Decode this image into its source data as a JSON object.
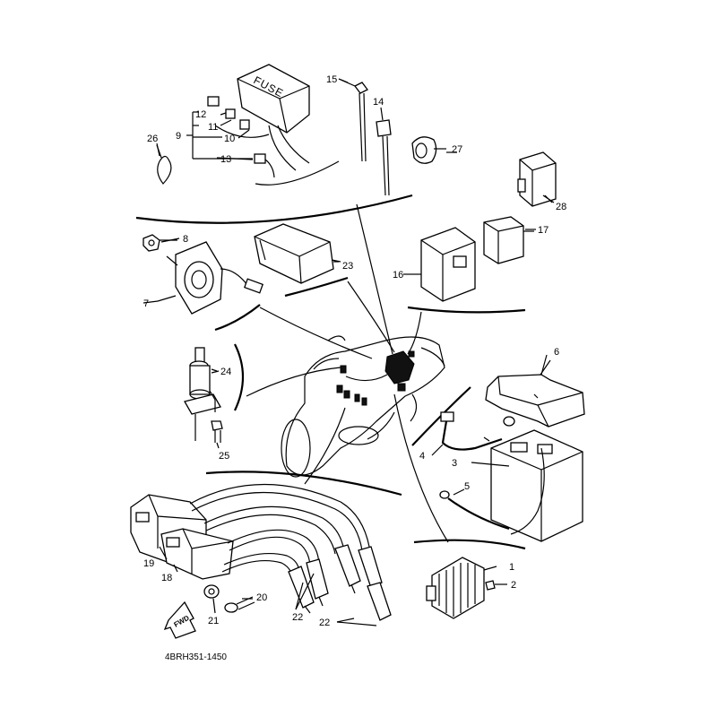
{
  "labels": {
    "fuse_stamp": "FUSE",
    "fwd_arrow": "FWD",
    "drawing_code": "4BRH351-1450",
    "callouts": [
      "1",
      "2",
      "3",
      "4",
      "5",
      "6",
      "7",
      "8",
      "9",
      "10",
      "11",
      "12",
      "13",
      "14",
      "15",
      "16",
      "17",
      "18",
      "19",
      "20",
      "21",
      "22",
      "22",
      "23",
      "24",
      "25",
      "26",
      "27",
      "28"
    ]
  },
  "colors": {
    "line": "#000000",
    "background": "#ffffff"
  },
  "icons": [
    "fuse-box-icon",
    "ignition-coil-icon",
    "main-switch-icon",
    "battery-icon",
    "rectifier-regulator-icon",
    "relay-icon",
    "fwd-arrow-icon"
  ]
}
